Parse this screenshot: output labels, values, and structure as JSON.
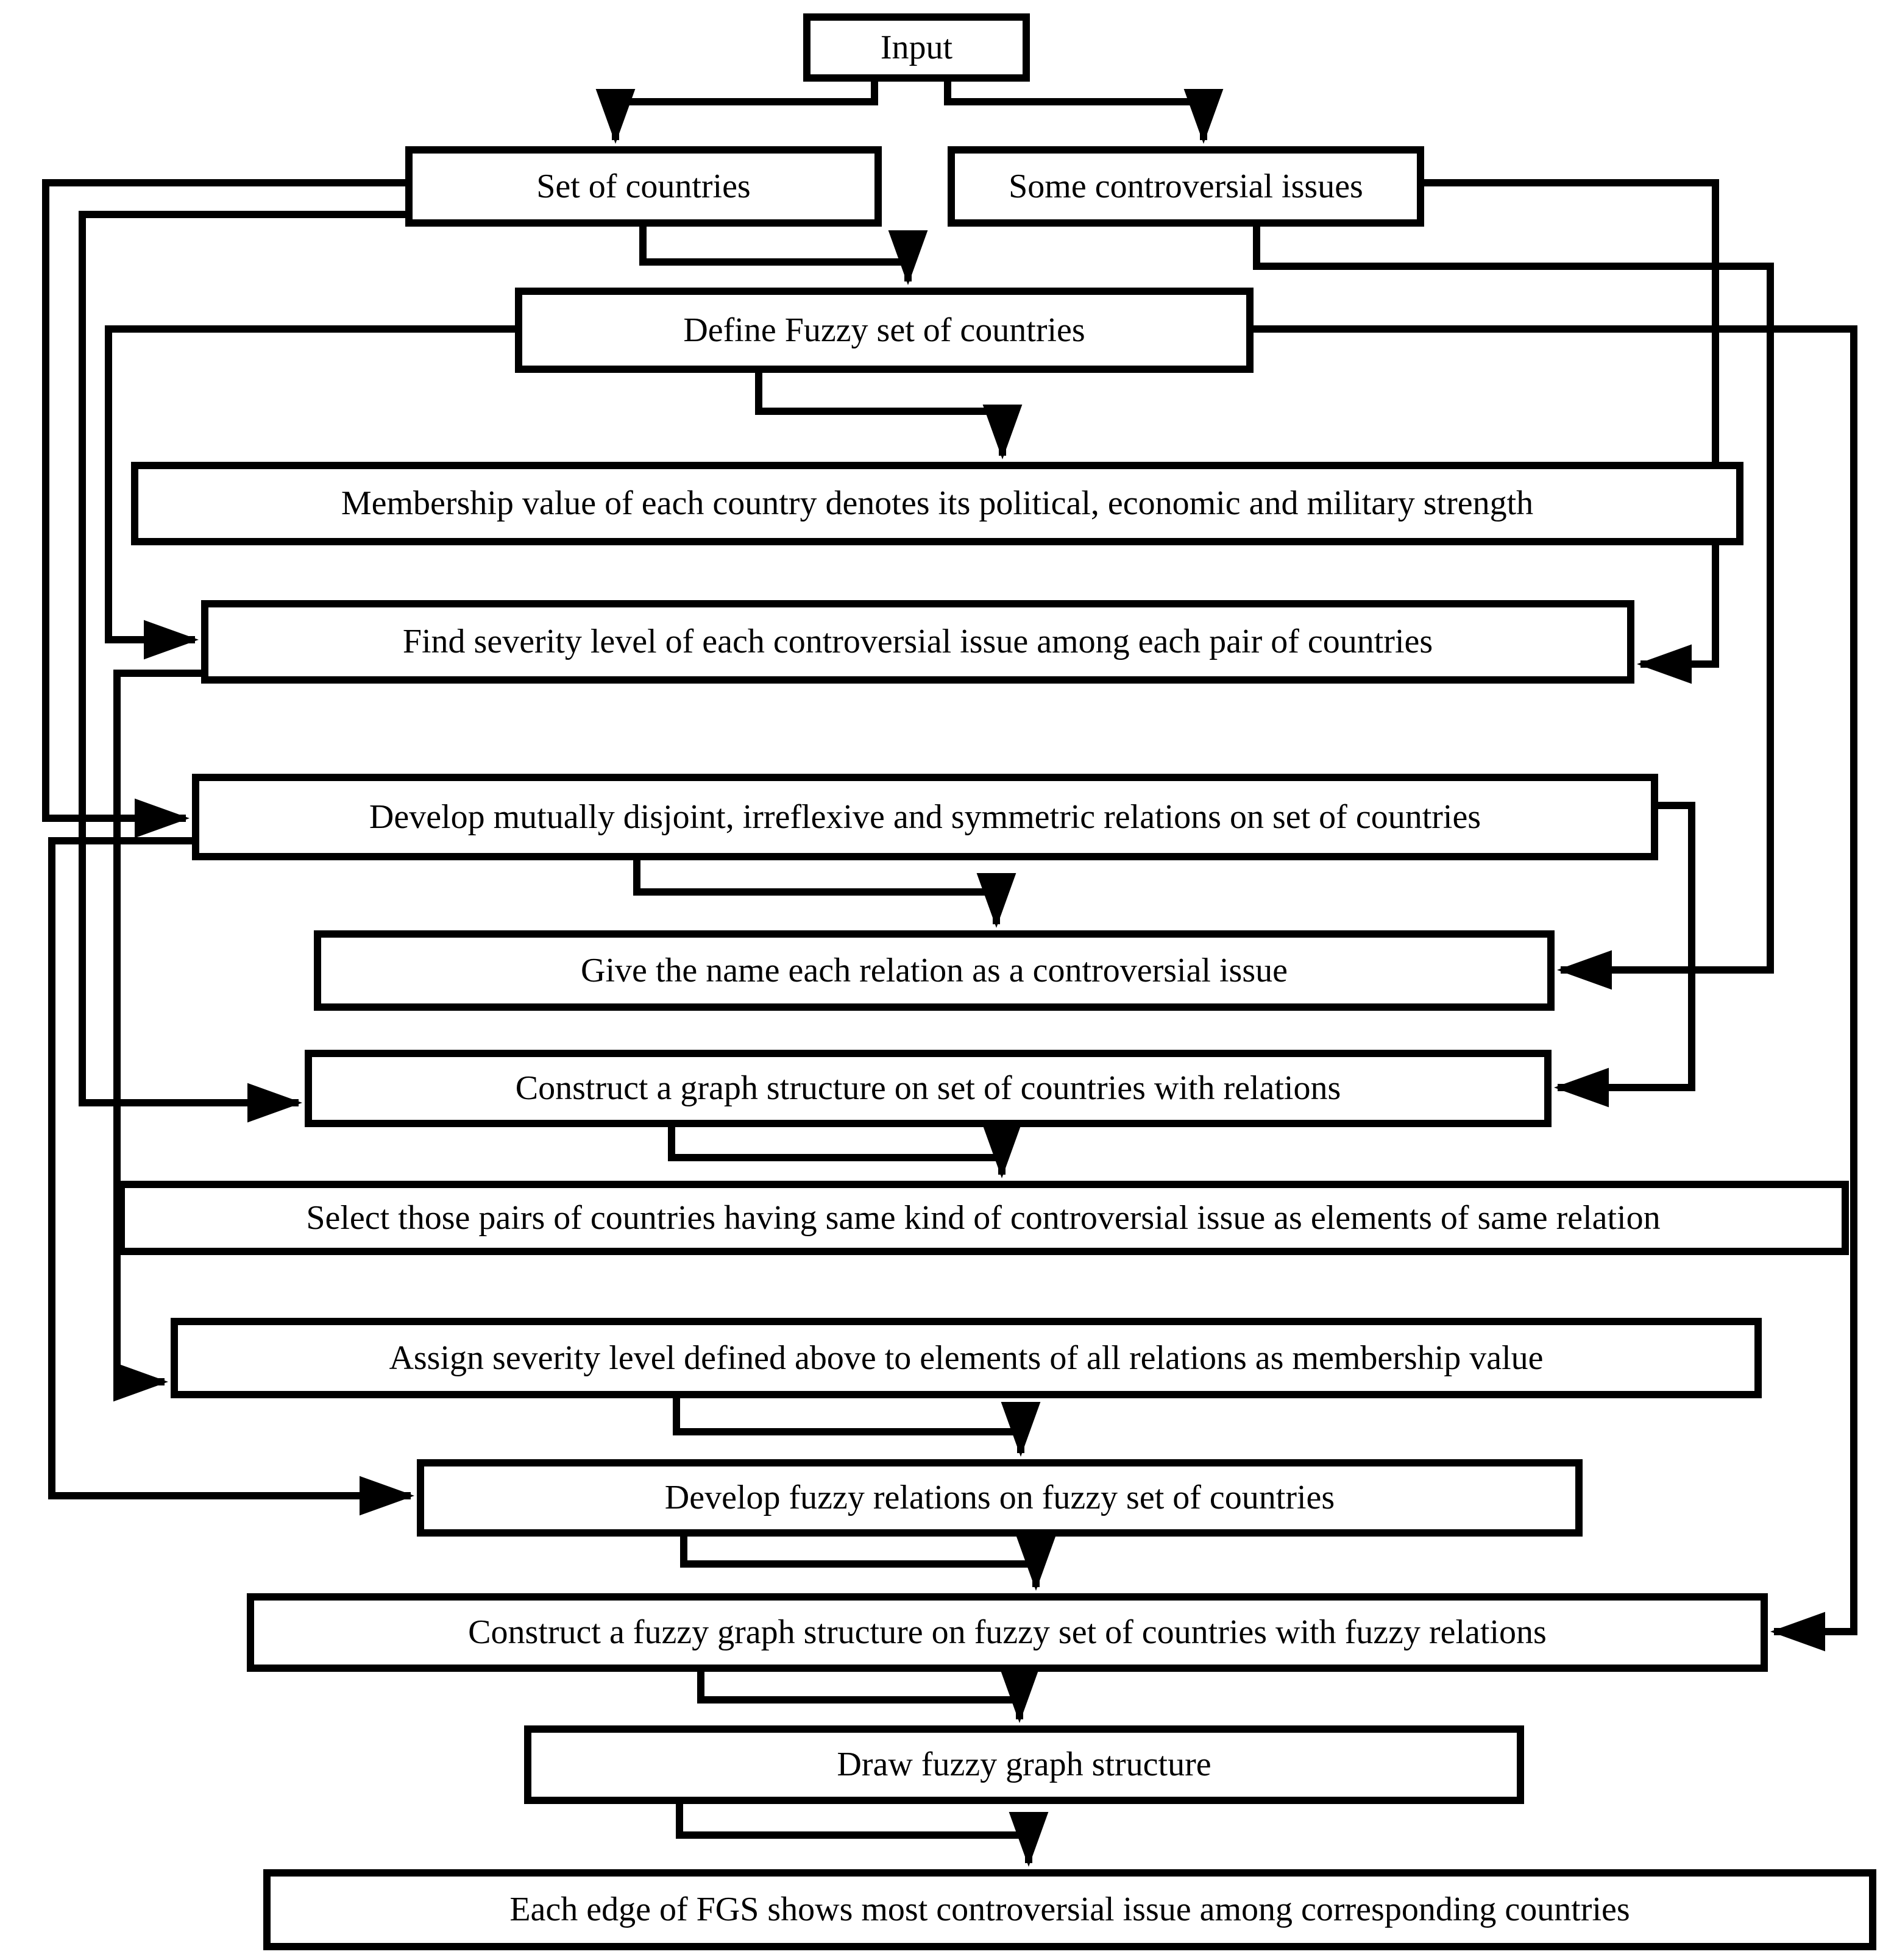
{
  "diagram": {
    "type": "flowchart",
    "background_color": "#ffffff",
    "line_color": "#000000",
    "box_fill_color": "#ffffff",
    "nodes": {
      "input": {
        "label": "Input"
      },
      "set_of_countries": {
        "label": "Set of countries"
      },
      "controversial_issues": {
        "label": "Some controversial issues"
      },
      "define_fuzzy_set": {
        "label": "Define Fuzzy set of countries"
      },
      "membership_value": {
        "label": "Membership value of each country denotes its political, economic and military strength"
      },
      "find_severity": {
        "label": "Find severity level of each controversial issue among each pair of countries"
      },
      "develop_relations": {
        "label": "Develop mutually disjoint, irreflexive and symmetric relations on set of countries"
      },
      "name_relation": {
        "label": "Give the name each relation as a controversial issue"
      },
      "construct_graph": {
        "label": "Construct a graph structure on set of countries with relations"
      },
      "select_pairs": {
        "label": "Select those pairs of countries having same kind of controversial issue as elements of same relation"
      },
      "assign_severity": {
        "label": "Assign severity level defined above to elements of all relations as membership value"
      },
      "develop_fuzzy_relations": {
        "label": "Develop fuzzy relations on fuzzy set of countries"
      },
      "construct_fgs": {
        "label": "Construct a fuzzy graph structure on fuzzy set of countries with fuzzy relations"
      },
      "draw_fgs": {
        "label": "Draw fuzzy graph structure"
      },
      "edge_meaning": {
        "label": "Each edge of FGS shows most controversial issue among corresponding countries"
      }
    },
    "edges": [
      {
        "from": "input",
        "to": "set_of_countries"
      },
      {
        "from": "input",
        "to": "controversial_issues"
      },
      {
        "from": "set_of_countries",
        "to": "define_fuzzy_set"
      },
      {
        "from": "define_fuzzy_set",
        "to": "membership_value"
      },
      {
        "from": "define_fuzzy_set",
        "to": "find_severity"
      },
      {
        "from": "controversial_issues",
        "to": "find_severity"
      },
      {
        "from": "set_of_countries",
        "to": "develop_relations"
      },
      {
        "from": "develop_relations",
        "to": "name_relation"
      },
      {
        "from": "controversial_issues",
        "to": "name_relation"
      },
      {
        "from": "set_of_countries",
        "to": "construct_graph"
      },
      {
        "from": "develop_relations",
        "to": "construct_graph"
      },
      {
        "from": "construct_graph",
        "to": "select_pairs"
      },
      {
        "from": "find_severity",
        "to": "assign_severity"
      },
      {
        "from": "assign_severity",
        "to": "develop_fuzzy_relations"
      },
      {
        "from": "develop_relations",
        "to": "develop_fuzzy_relations"
      },
      {
        "from": "develop_fuzzy_relations",
        "to": "construct_fgs"
      },
      {
        "from": "define_fuzzy_set",
        "to": "construct_fgs"
      },
      {
        "from": "construct_fgs",
        "to": "draw_fgs"
      },
      {
        "from": "draw_fgs",
        "to": "edge_meaning"
      }
    ]
  }
}
